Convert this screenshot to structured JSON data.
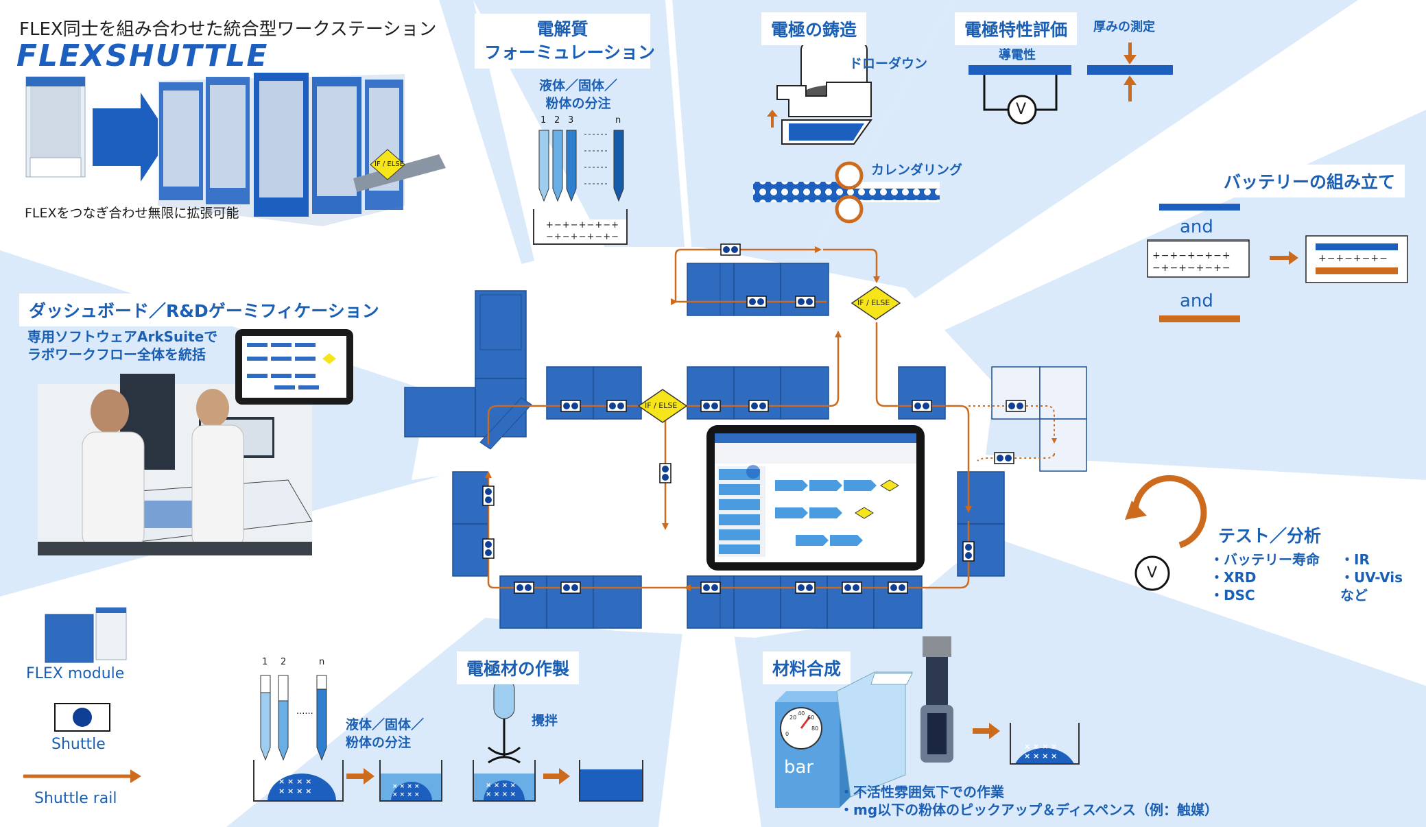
{
  "header": {
    "subtitle": "FLEX同士を組み合わせた統合型ワークステーション",
    "brand": "FLEXSHUTTLE",
    "expand_caption": "FLEXをつなぎ合わせ無限に拡張可能",
    "ifelse": "IF / ELSE"
  },
  "electrolyte": {
    "title_line1": "電解質",
    "title_line2": "フォーミュレーション",
    "sub_line1": "液体／固体／",
    "sub_line2": "粉体の分注",
    "pipette_labels": [
      "1",
      "2",
      "3",
      "n"
    ],
    "solution_line1": "+−+−+−+−+",
    "solution_line2": "−+−+−+−+−"
  },
  "casting": {
    "title": "電極の鋳造",
    "drawdown": "ドローダウン",
    "calendering": "カレンダリング"
  },
  "characterization": {
    "title": "電極特性評価",
    "conductivity": "導電性",
    "thickness": "厚みの測定",
    "meter_symbol": "V"
  },
  "assembly": {
    "title": "バッテリーの組み立て",
    "and1": "and",
    "and2": "and",
    "electrolyte_line1": "+−+−+−+−+",
    "electrolyte_line2": "−+−+−+−+−",
    "cell_line": "+−+−+−+−"
  },
  "dashboard": {
    "title": "ダッシュボード／R&Dゲーミフィケーション",
    "desc_line1": "専用ソフトウェアArkSuiteで",
    "desc_line2": "ラボワークフロー全体を統括"
  },
  "testing": {
    "title": "テスト／分析",
    "items_left": [
      "・バッテリー寿命",
      "・XRD",
      "・DSC"
    ],
    "items_right": [
      "・IR",
      "・UV-Vis",
      "など"
    ],
    "meter_symbol": "V"
  },
  "legend": {
    "module": "FLEX module",
    "shuttle": "Shuttle",
    "rail": "Shuttle rail"
  },
  "electrode_material": {
    "title": "電極材の作製",
    "dispense_line1": "液体／固体／",
    "dispense_line2": "粉体の分注",
    "stir": "攪拌",
    "pipette_labels": [
      "1",
      "2",
      "n"
    ],
    "dots": "......",
    "particles": [
      "× × × ×",
      "× × × ×"
    ]
  },
  "synthesis": {
    "title": "材料合成",
    "gauge_unit": "bar",
    "gauge_ticks": [
      "20",
      "40",
      "60",
      "80",
      "0"
    ],
    "notes": [
      "・不活性雰囲気下での作業",
      "・mg以下の粉体のピックアップ＆ディスペンス（例：触媒）"
    ],
    "particles": [
      "× × × ×",
      "× × × ×"
    ]
  },
  "flow": {
    "ifelse_left": "IF / ELSE",
    "ifelse_top": "IF / ELSE"
  },
  "colors": {
    "bg_light": "#dbeafa",
    "module_blue": "#2f6cc0",
    "module_border": "#1d4f94",
    "rail_orange": "#cc6a1e",
    "title_blue": "#1a5fb4",
    "diamond_yellow": "#f6e51a"
  }
}
